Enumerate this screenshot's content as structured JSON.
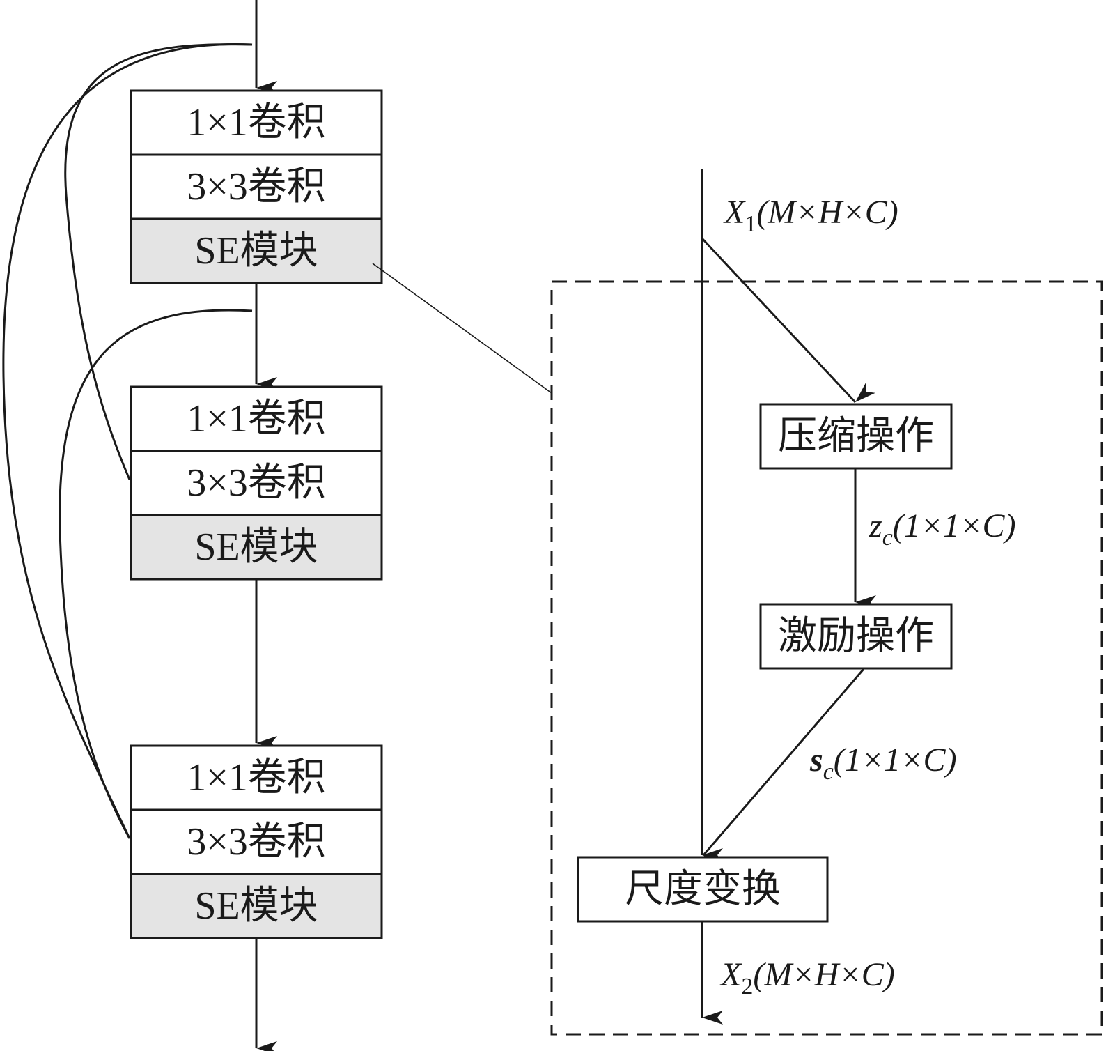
{
  "colors": {
    "stroke": "#1a1a1a",
    "box_fill": "#ffffff",
    "se_fill": "#e4e4e4"
  },
  "blocks": [
    {
      "conv1": "1×1卷积",
      "conv3": "3×3卷积",
      "se": "SE模块"
    },
    {
      "conv1": "1×1卷积",
      "conv3": "3×3卷积",
      "se": "SE模块"
    },
    {
      "conv1": "1×1卷积",
      "conv3": "3×3卷积",
      "se": "SE模块"
    }
  ],
  "se_detail": {
    "input": {
      "sym": "X",
      "sub": "1",
      "dims": "(M×H×C)"
    },
    "squeeze": "压缩操作",
    "zc": {
      "sym": "z",
      "sub": "c",
      "dims": "(1×1×C)"
    },
    "excitation": "激励操作",
    "sc": {
      "sym": "s",
      "sub": "c",
      "dims": "(1×1×C)"
    },
    "scale": "尺度变换",
    "output": {
      "sym": "X",
      "sub": "2",
      "dims": "(M×H×C)"
    }
  }
}
